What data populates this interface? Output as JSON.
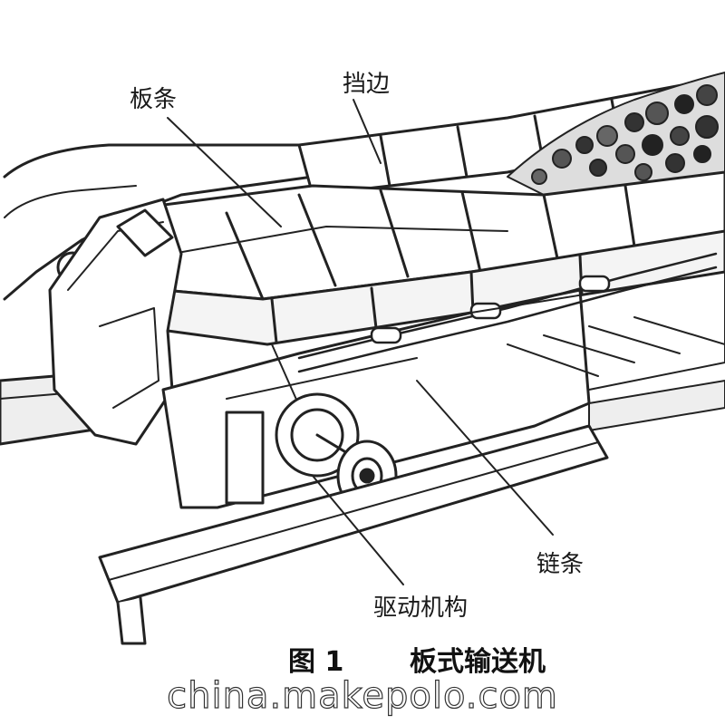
{
  "labels": {
    "slat": "板条",
    "side_guard": "挡边",
    "chain": "链条",
    "drive": "驱动机构"
  },
  "caption": {
    "figure": "图 1",
    "title": "板式输送机"
  },
  "watermark": "china.makepolo.com"
}
